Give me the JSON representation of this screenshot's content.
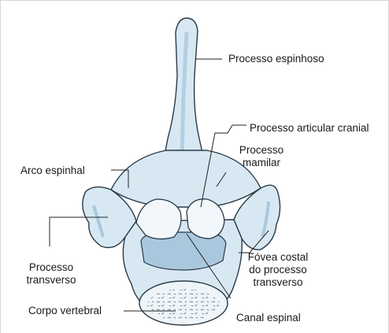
{
  "labels": {
    "processo_espinhoso": "Processo espinhoso",
    "processo_articular_cranial": "Processo articular cranial",
    "processo_mamilar_line1": "Processo",
    "processo_mamilar_line2": "mamilar",
    "arco_espinhal": "Arco espinhal",
    "processo_transverso_line1": "Processo",
    "processo_transverso_line2": "transverso",
    "fovea_costal_line1": "Fóvea costal",
    "fovea_costal_line2": "do processo",
    "fovea_costal_line3": "transverso",
    "corpo_vertebral": "Corpo vertebral",
    "canal_espinal": "Canal espinal"
  },
  "colors": {
    "bone_fill": "#d8e8f3",
    "bone_shadow": "#aac8dd",
    "outline": "#2a3a48",
    "leader_line": "#222222"
  }
}
